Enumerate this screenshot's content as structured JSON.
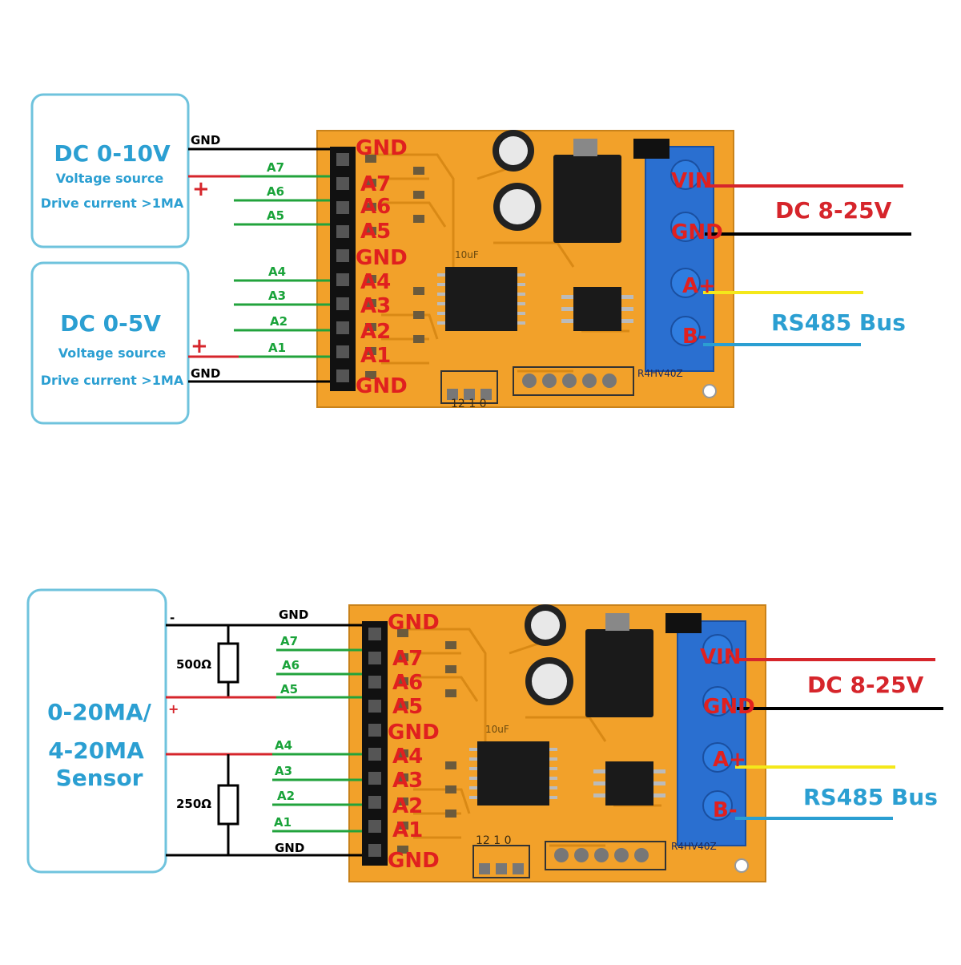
{
  "diagram_top": {
    "source1": {
      "title": "DC 0-10V",
      "line1": "Voltage source",
      "line2": "Drive current >1MA"
    },
    "source2": {
      "title": "DC 0-5V",
      "line1": "Voltage source",
      "line2": "Drive current >1MA"
    },
    "wires": {
      "gnd_top": "GND",
      "gnd_bottom": "GND",
      "plus_top": "+",
      "plus_bottom": "+",
      "a7": "A7",
      "a6": "A6",
      "a5": "A5",
      "a4": "A4",
      "a3": "A3",
      "a2": "A2",
      "a1": "A1"
    },
    "board_pins": [
      "GND",
      "A7",
      "A6",
      "A5",
      "GND",
      "A4",
      "A3",
      "A2",
      "A1",
      "GND"
    ],
    "terminal": {
      "vin": "VIN",
      "gnd": "GND",
      "a": "A+",
      "b": "B-"
    },
    "power_label": "DC 8-25V",
    "bus_label": "RS485 Bus",
    "silk": {
      "jumper": "12 1 0",
      "cap": "10uF",
      "chip": "R4HV40Z"
    }
  },
  "diagram_bottom": {
    "sensor": {
      "line1": "0-20MA/",
      "line2": "4-20MA",
      "line3": "Sensor"
    },
    "minus": "-",
    "plus": "+",
    "resistor1": "500Ω",
    "resistor2": "250Ω",
    "wires": {
      "gnd_top": "GND",
      "gnd_bottom": "GND",
      "a7": "A7",
      "a6": "A6",
      "a5": "A5",
      "a4": "A4",
      "a3": "A3",
      "a2": "A2",
      "a1": "A1"
    },
    "board_pins": [
      "GND",
      "A7",
      "A6",
      "A5",
      "GND",
      "A4",
      "A3",
      "A2",
      "A1",
      "GND"
    ],
    "terminal": {
      "vin": "VIN",
      "gnd": "GND",
      "a": "A+",
      "b": "B-"
    },
    "power_label": "DC 8-25V",
    "bus_label": "RS485 Bus",
    "silk": {
      "jumper": "12 1 0",
      "cap": "10uF",
      "chip": "R4HV40Z"
    }
  },
  "colors": {
    "board": "#f2a12a",
    "board_dark": "#d98915",
    "terminal": "#2a6fd0",
    "wire_green": "#22a33c",
    "wire_red": "#d6252b",
    "wire_black": "#000000",
    "wire_yellow": "#f4e81a",
    "wire_blue": "#2b9fd2",
    "box_border": "#6fc3dd",
    "text_blue": "#2b9fd2"
  }
}
